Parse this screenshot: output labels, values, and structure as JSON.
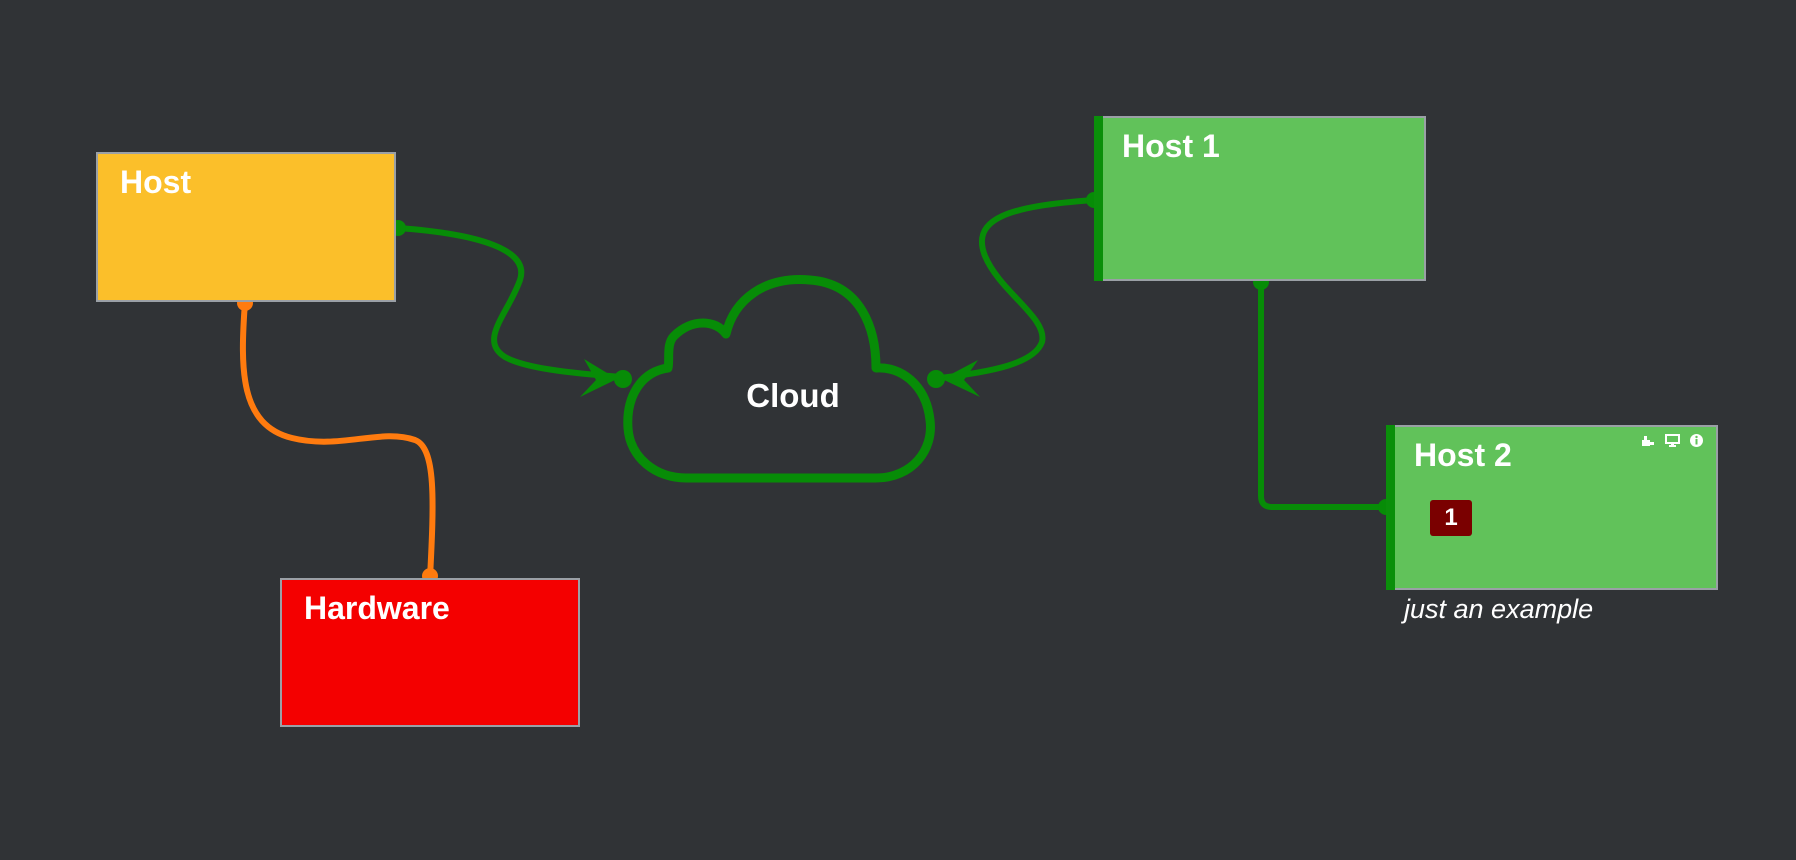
{
  "nodes": {
    "host": {
      "title": "Host",
      "color": "#fbbf2a",
      "status": "warning"
    },
    "hardware": {
      "title": "Hardware",
      "color": "#f40000",
      "status": "critical"
    },
    "cloud": {
      "title": "Cloud",
      "color": "#078c07",
      "status": "ok"
    },
    "host1": {
      "title": "Host 1",
      "color": "#61c25a",
      "status": "ok"
    },
    "host2": {
      "title": "Host 2",
      "color": "#61c25a",
      "status": "ok",
      "badge": "1",
      "badge_color": "#7a0000",
      "icons": [
        "plugin-icon",
        "monitor-icon",
        "info-icon"
      ],
      "caption": "just an example"
    }
  },
  "links": [
    {
      "from": "host",
      "to": "cloud",
      "color": "#078c07",
      "arrow": true
    },
    {
      "from": "host1",
      "to": "cloud",
      "color": "#078c07",
      "arrow": true
    },
    {
      "from": "host",
      "to": "hardware",
      "color": "#ff7b0f",
      "arrow": false
    },
    {
      "from": "host1",
      "to": "host2",
      "color": "#078c07",
      "arrow": false
    }
  ]
}
